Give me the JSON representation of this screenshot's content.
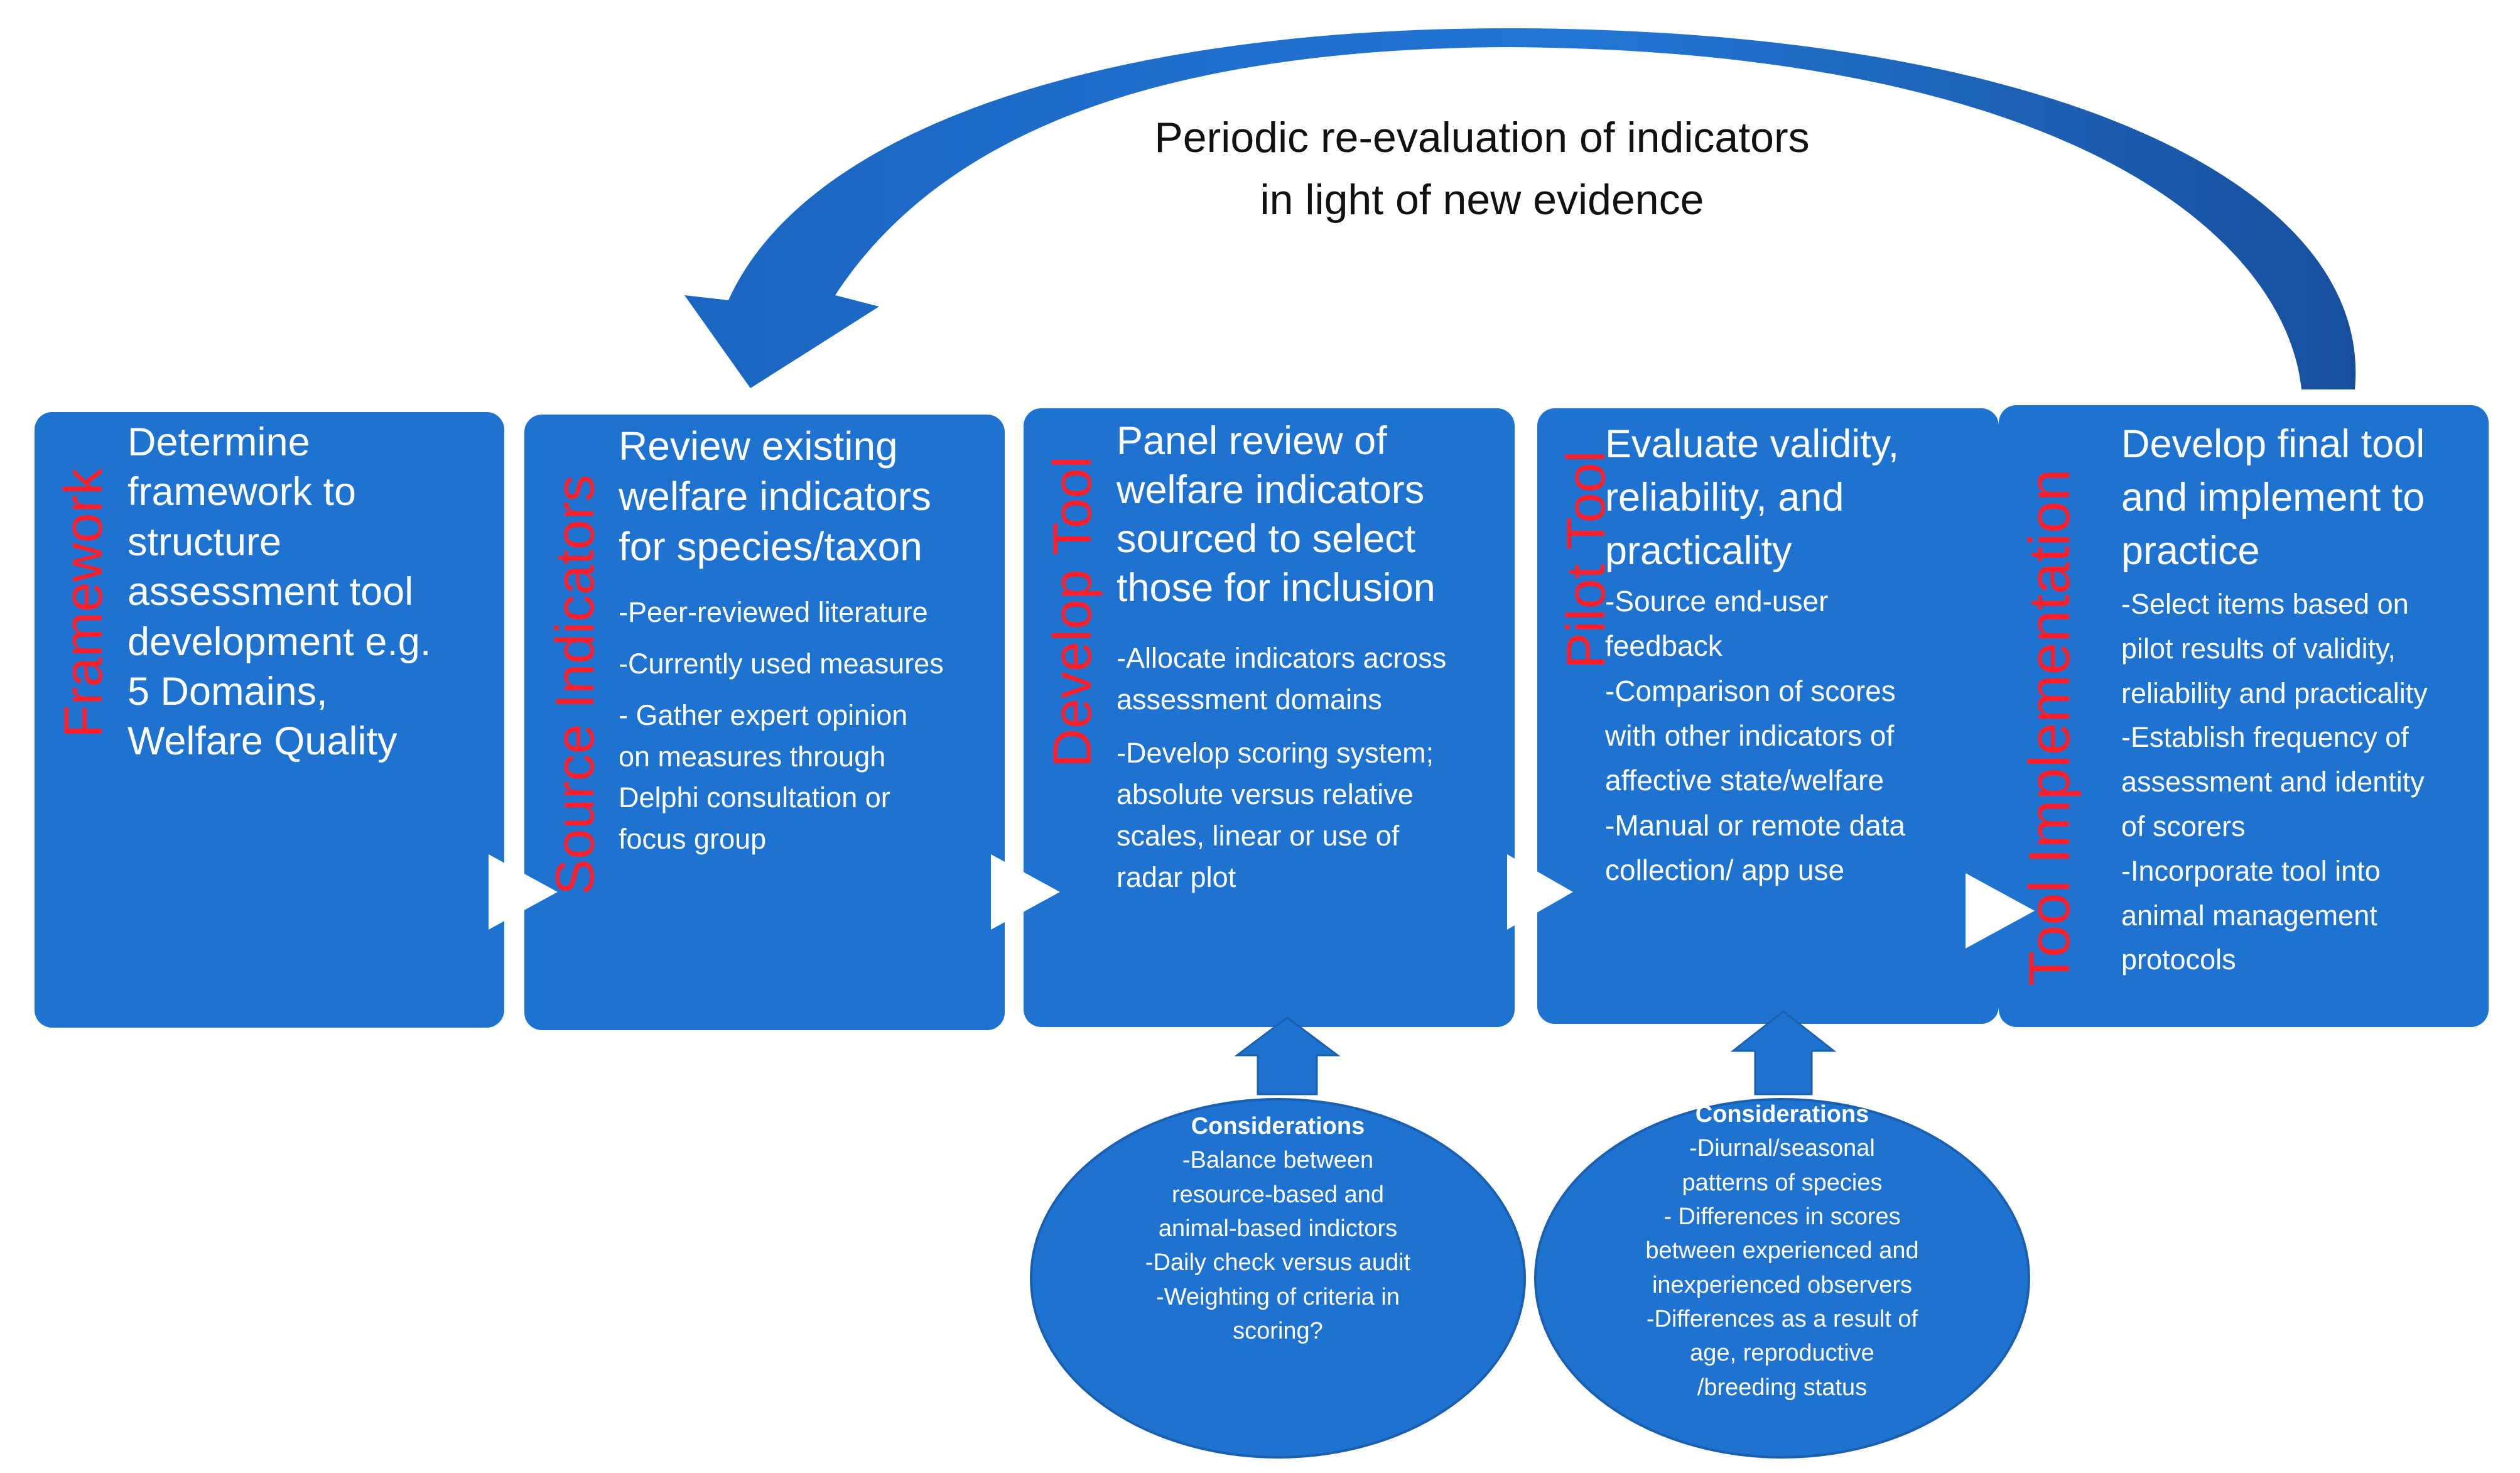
{
  "arrow_label": {
    "line1": "Periodic re-evaluation of indicators",
    "line2": "in light of new evidence"
  },
  "steps": [
    {
      "label": "Framework",
      "heading": [
        "Determine",
        "framework to",
        "structure",
        "assessment tool",
        "development e.g.",
        "5 Domains,",
        "Welfare Quality"
      ],
      "items": []
    },
    {
      "label": "Source Indicators",
      "heading": [
        "Review existing",
        "welfare indicators",
        "for species/taxon"
      ],
      "items": [
        [
          "-Peer-reviewed literature"
        ],
        [
          "-Currently used measures"
        ],
        [
          "- Gather expert opinion",
          "on measures through",
          "Delphi consultation or",
          "focus group"
        ]
      ]
    },
    {
      "label": "Develop Tool",
      "heading": [
        "Panel review  of",
        "welfare indicators",
        "sourced to select",
        "those for inclusion"
      ],
      "items": [
        [
          "-Allocate indicators across",
          "assessment domains"
        ],
        [
          "-Develop scoring system;",
          "absolute versus relative",
          "scales, linear or use of",
          "radar plot"
        ]
      ]
    },
    {
      "label": "Pilot Tool",
      "heading": [
        "Evaluate validity,",
        "reliability, and",
        "practicality"
      ],
      "items": [
        [
          "-Source end-user",
          "feedback"
        ],
        [
          "-Comparison of scores",
          "with other indicators of",
          "affective state/welfare"
        ],
        [
          "-Manual or remote data",
          "collection/ app use"
        ]
      ]
    },
    {
      "label": "Tool Implementation",
      "heading": [
        "Develop final tool",
        "and implement to",
        "practice"
      ],
      "items": [
        [
          "-Select items based on",
          "pilot results of validity,",
          "reliability and practicality"
        ],
        [
          "-Establish frequency of",
          "assessment and identity",
          "of scorers"
        ],
        [
          "-Incorporate tool into",
          "animal management",
          "protocols"
        ]
      ]
    }
  ],
  "considerations": [
    {
      "title": "Considerations",
      "lines": [
        "-Balance between",
        "resource-based and",
        "animal-based indictors",
        "-Daily check versus audit",
        "-Weighting of criteria in",
        "scoring?"
      ]
    },
    {
      "title": "Considerations",
      "lines": [
        "-Diurnal/seasonal",
        "patterns of species",
        "- Differences in scores",
        "between  experienced and",
        "inexperienced observers",
        "-Differences as a result of",
        "age, reproductive",
        "/breeding status"
      ]
    }
  ],
  "colors": {
    "box_fill": "#1f73d0",
    "arrow_fill": "#1f6cc4",
    "side_label": "#ff1e2a",
    "text": "#ffffff"
  }
}
